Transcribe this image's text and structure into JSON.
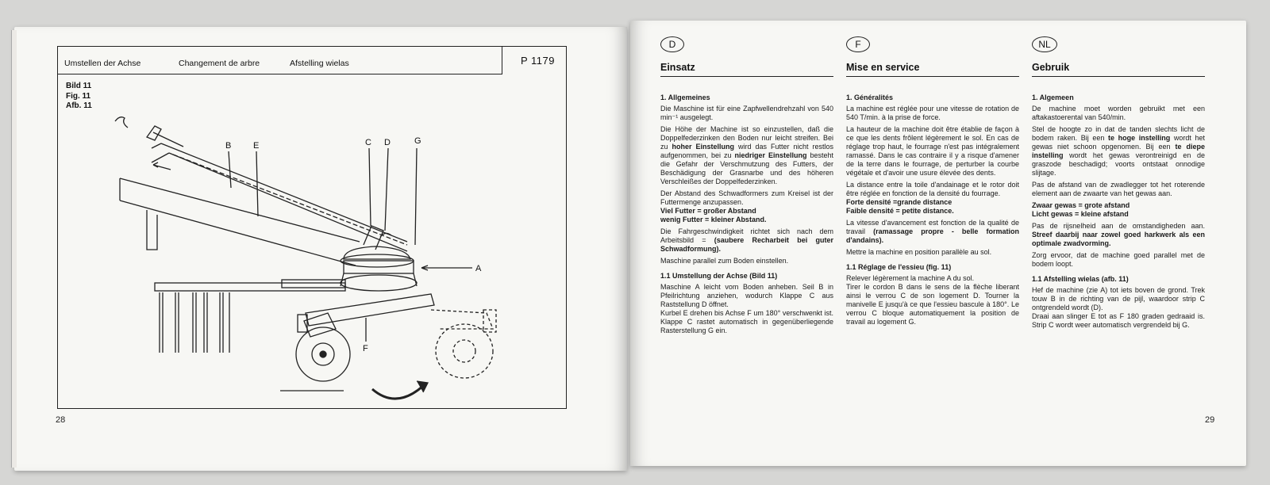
{
  "left_page": {
    "header": {
      "de": "Umstellen der Achse",
      "fr": "Changement de arbre",
      "nl": "Afstelling wielas",
      "code": "P 1179"
    },
    "figure_label": [
      "Bild 11",
      "Fig. 11",
      "Afb. 11"
    ],
    "diagram_labels": {
      "B": "B",
      "E": "E",
      "C": "C",
      "D": "D",
      "G": "G",
      "A": "A",
      "F": "F"
    },
    "page_number": "28"
  },
  "right_page": {
    "page_number": "29",
    "columns": [
      {
        "lang": "D",
        "title": "Einsatz",
        "section1_heading": "1. Allgemeines",
        "p1": "Die Maschine ist für eine Zapfwellendrehzahl von 540 min⁻¹ ausgelegt.",
        "p2a": "Die Höhe der Machine ist so einzustellen, daß die Doppelfederzinken den Boden nur leicht streifen. Bei zu ",
        "p2b": "hoher Einstellung",
        "p2c": " wird das Futter nicht restlos aufgenommen, bei zu ",
        "p2d": "niedriger Einstellung",
        "p2e": " besteht die Gefahr der Verschmutzung des Futters, der Beschädigung der Grasnarbe und des höheren Verschleißes der Doppelfederzinken.",
        "p3": "Der Abstand des Schwadformers zum Kreisel ist der Futtermenge anzupassen.",
        "p3b1": "Viel Futter = großer Abstand",
        "p3b2": "wenig Futter = kleiner Abstand.",
        "p4a": "Die Fahrgeschwindigkeit richtet sich nach dem Arbeitsbild = ",
        "p4b": "(saubere Recharbeit bei guter Schwadformung).",
        "p5": "Maschine parallel zum Boden einstellen.",
        "section2_heading": "1.1 Umstellung der Achse (Bild 11)",
        "p6": "Maschine A leicht vom Boden anheben. Seil B in Pfeilrichtung anziehen, wodurch Klappe C aus Raststellung D öffnet.",
        "p7": "Kurbel E drehen bis Achse F um 180° verschwenkt ist. Klappe C rastet automatisch in gegenüberliegende Rasterstellung G ein."
      },
      {
        "lang": "F",
        "title": "Mise en service",
        "section1_heading": "1. Généralités",
        "p1": "La machine est réglée pour une vitesse de rotation de 540 T/min. à la prise de force.",
        "p2": "La hauteur de la machine doit être établie de façon à ce que les dents frôlent légèrement le sol. En cas de réglage trop haut, le fourrage n'est pas intégralement ramassé. Dans le cas contraire il y a risque d'amener de la terre dans le fourrage, de perturber la courbe végétale et d'avoir une usure élevée des dents.",
        "p3": "La distance entre la toile d'andainage et le rotor doit être réglée en fonction de la densité du fourrage.",
        "p3b1": "Forte densité =grande distance",
        "p3b2": "Faible densité = petite distance.",
        "p4a": "La vitesse d'avancement est fonction de la qualité de travail ",
        "p4b": "(ramassage propre - belle formation d'andains).",
        "p5": "Mettre la machine en position parallèle au sol.",
        "section2_heading": "1.1 Réglage de l'essieu (fig. 11)",
        "p6": "Relever légèrement la machine A du sol.",
        "p7": "Tirer le cordon B dans le sens de la flèche liberant ainsi le verrou C de son logement D. Tourner la manivelle E jusqu'à ce que l'essieu bascule à 180°. Le verrou C bloque automatiquement la position de travail au logement G."
      },
      {
        "lang": "NL",
        "title": "Gebruik",
        "section1_heading": "1. Algemeen",
        "p1": "De machine moet worden gebruikt met een aftakastoerental van 540/min.",
        "p2a": "Stel de hoogte zo in dat de tanden slechts licht de bodem raken. Bij een ",
        "p2b": "te hoge instelling",
        "p2c": " wordt het gewas niet schoon opgenomen. Bij een ",
        "p2d": "te diepe instelling",
        "p2e": " wordt het gewas verontreinigd en de graszode beschadigd; voorts ontstaat onnodige slijtage.",
        "p3": "Pas de afstand van de zwadlegger tot het roterende element aan de zwaarte van het gewas aan.",
        "p3b1": "Zwaar gewas = grote afstand",
        "p3b2": "Licht gewas = kleine afstand",
        "p4a": "Pas de rijsnelheid aan de omstandigheden aan. ",
        "p4b": "Streef daarbij naar zowel goed harkwerk als een optimale zwadvorming.",
        "p5": "Zorg ervoor, dat de machine goed parallel met de bodem loopt.",
        "section2_heading": "1.1 Afstelling wielas (afb. 11)",
        "p6": "Hef de machine (zie A) tot iets boven de grond. Trek touw B in de richting van de pijl, waardoor strip C ontgrendeld wordt (D).",
        "p7": "Draai aan slinger E tot as F 180 graden gedraaid is. Strip C wordt weer automatisch vergrendeld bij G."
      }
    ]
  }
}
